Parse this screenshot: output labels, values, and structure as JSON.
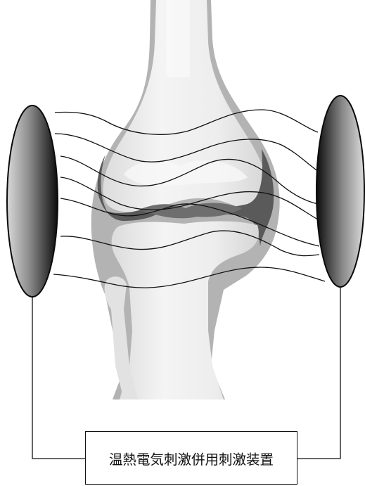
{
  "device_label": "温熱電気刺激併用刺激装置",
  "colors": {
    "bone_fill": "#ececec",
    "bone_highlight": "#f7f7f7",
    "capsule": "#9c9c9c",
    "cartilage_dark": "#555555",
    "line": "#111111",
    "electrode_dark": "#0e0e0e",
    "electrode_light": "#d8d8d8"
  },
  "icons": [
    "left-electrode-pad",
    "right-electrode-pad",
    "knee-joint-illustration"
  ]
}
